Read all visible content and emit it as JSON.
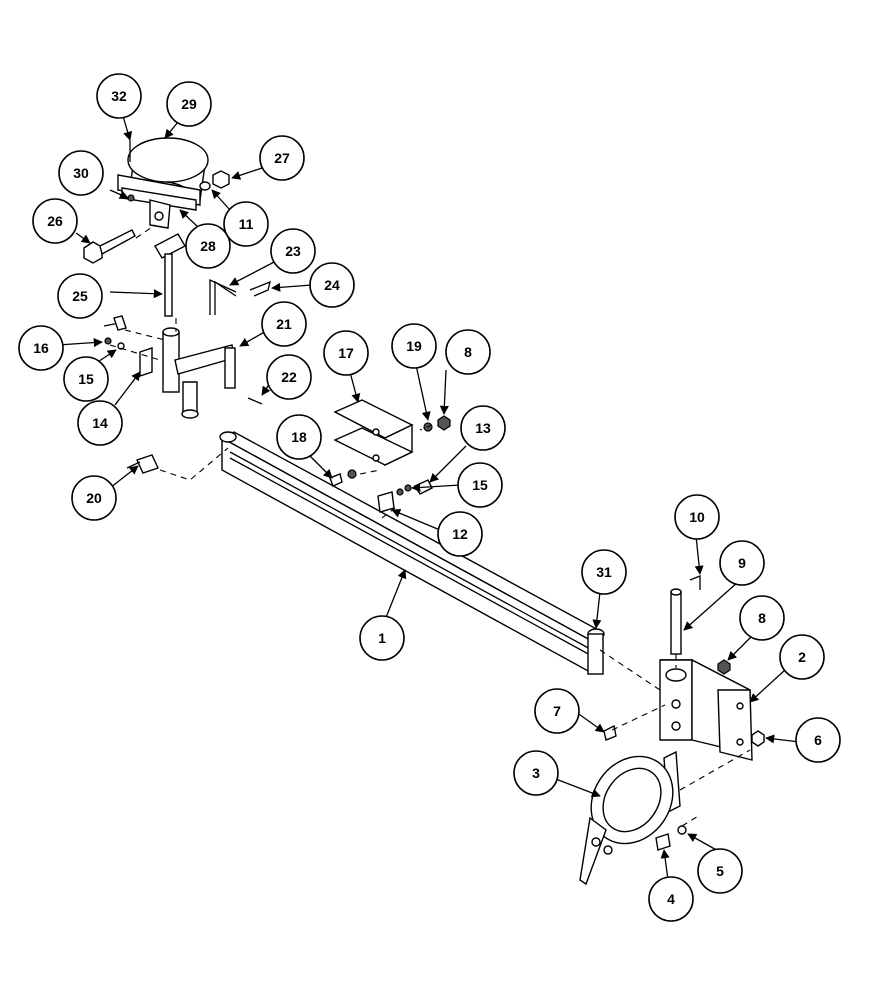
{
  "callouts": [
    {
      "label": "32"
    },
    {
      "label": "29"
    },
    {
      "label": "30"
    },
    {
      "label": "27"
    },
    {
      "label": "26"
    },
    {
      "label": "28"
    },
    {
      "label": "11"
    },
    {
      "label": "23"
    },
    {
      "label": "25"
    },
    {
      "label": "24"
    },
    {
      "label": "21"
    },
    {
      "label": "16"
    },
    {
      "label": "15"
    },
    {
      "label": "14"
    },
    {
      "label": "22"
    },
    {
      "label": "17"
    },
    {
      "label": "19"
    },
    {
      "label": "8"
    },
    {
      "label": "18"
    },
    {
      "label": "13"
    },
    {
      "label": "15"
    },
    {
      "label": "20"
    },
    {
      "label": "12"
    },
    {
      "label": "10"
    },
    {
      "label": "9"
    },
    {
      "label": "31"
    },
    {
      "label": "8"
    },
    {
      "label": "1"
    },
    {
      "label": "2"
    },
    {
      "label": "7"
    },
    {
      "label": "6"
    },
    {
      "label": "3"
    },
    {
      "label": "5"
    },
    {
      "label": "4"
    }
  ]
}
